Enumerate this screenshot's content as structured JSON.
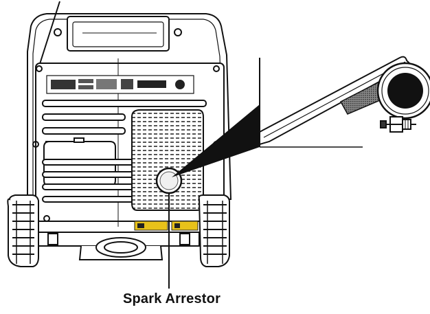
{
  "callout": {
    "label": "Spark Arrestor"
  },
  "colors": {
    "line": "#111111",
    "fill_dark": "#2a2a2a",
    "label_yellow": "#e8c21a",
    "background": "#ffffff"
  },
  "icons": {
    "generator": "generator-rear-view-illustration",
    "detail": "spark-arrestor-detail-inset"
  }
}
